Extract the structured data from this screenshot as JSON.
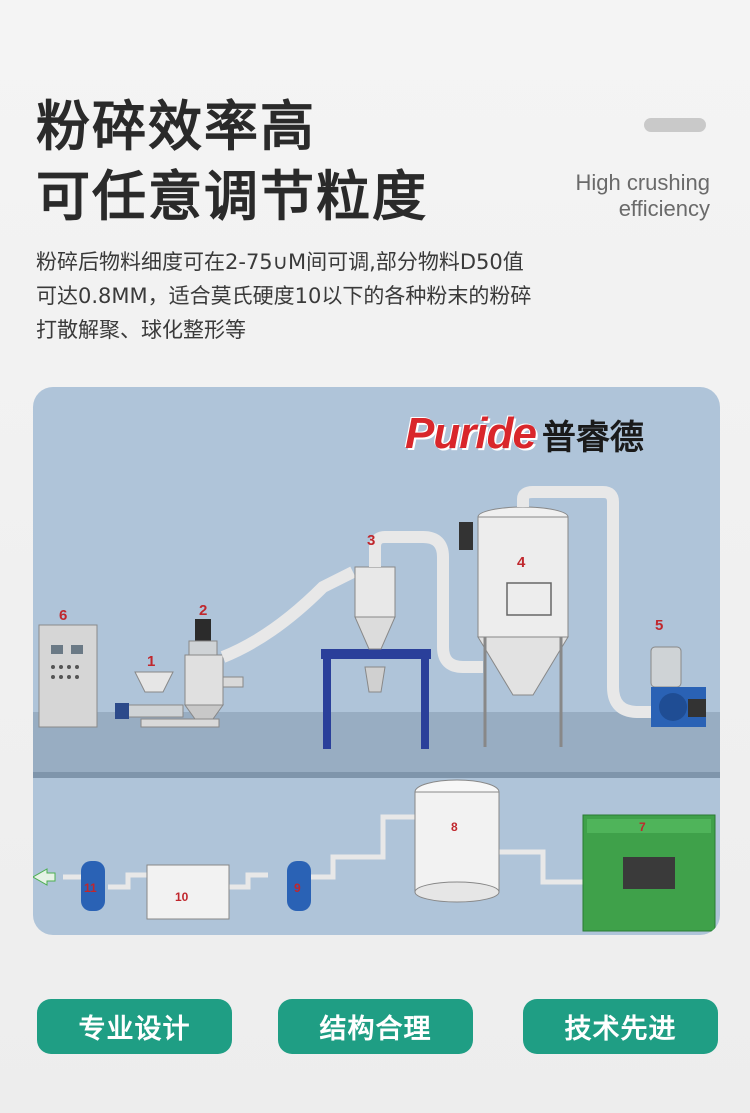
{
  "header": {
    "headline_line1": "粉碎效率高",
    "headline_line2": "可任意调节粒度",
    "subtitle_en_line1": "High crushing",
    "subtitle_en_line2": "efficiency"
  },
  "description": {
    "line1": "粉碎后物料细度可在2-75∪M间可调,部分物料D50值",
    "line2": "可达0.8MM，适合莫氏硬度10以下的各种粉末的粉碎",
    "line3": "打散解聚、球化整形等"
  },
  "diagram": {
    "logo_en": "Puride",
    "logo_cn": "普睿德",
    "labels": [
      "1",
      "2",
      "3",
      "4",
      "5",
      "6",
      "7",
      "8",
      "9",
      "10",
      "11"
    ]
  },
  "features": [
    {
      "label": "专业设计"
    },
    {
      "label": "结构合理"
    },
    {
      "label": "技术先进"
    }
  ],
  "colors": {
    "accent": "#1f9e84",
    "logo_red": "#d9262b",
    "panel_bg": "#afc4d9"
  }
}
